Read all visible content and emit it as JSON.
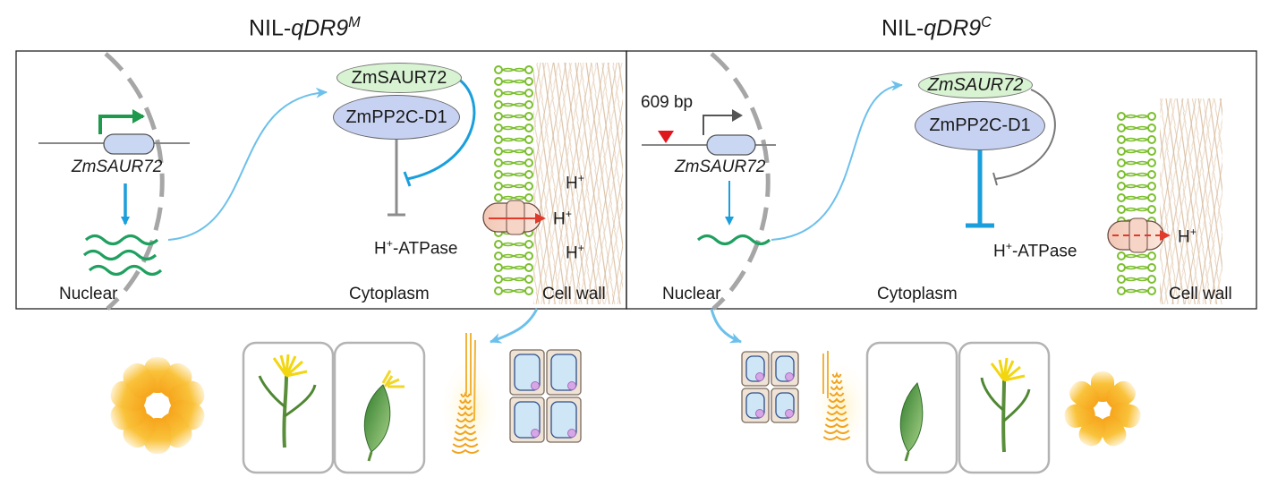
{
  "panels": [
    {
      "title_prefix": "NIL-",
      "title_gene": "qDR9",
      "title_sup": "M",
      "gene_label": "ZmSAUR72",
      "protein_saur": "ZmSAUR72",
      "protein_pp2c": "ZmPP2C-D1",
      "h_atpase_h": "H",
      "h_atpase_plus": "+",
      "h_atpase_rest": "-ATPase",
      "proton_h": "H",
      "proton_plus": "+",
      "compartments": {
        "nuclear": "Nuclear",
        "cytoplasm": "Cytoplasm",
        "cell_wall": "Cell wall"
      }
    },
    {
      "title_prefix": "NIL-",
      "title_gene": "qDR9",
      "title_sup": "C",
      "deletion_label": "609 bp",
      "gene_label": "ZmSAUR72",
      "protein_saur": "ZmSAUR72",
      "protein_pp2c": "ZmPP2C-D1",
      "h_atpase_h": "H",
      "h_atpase_plus": "+",
      "h_atpase_rest": "-ATPase",
      "proton_h": "H",
      "proton_plus": "+",
      "compartments": {
        "nuclear": "Nuclear",
        "cytoplasm": "Cytoplasm",
        "cell_wall": "Cell wall"
      }
    }
  ],
  "colors": {
    "promoter_active": "#1f9a4d",
    "promoter_weak": "#555555",
    "signal_arrow": "#1a9fdc",
    "light_arrow": "#6cc0ec",
    "mrna": "#20a060",
    "saur_fill": "#d8f3d2",
    "pp2c_fill": "#c7d2f2",
    "deletion_marker": "#e0161e",
    "membrane": "#7cbf2e",
    "proton_arrow": "#e03a2a",
    "kernel": "#f5b521"
  }
}
